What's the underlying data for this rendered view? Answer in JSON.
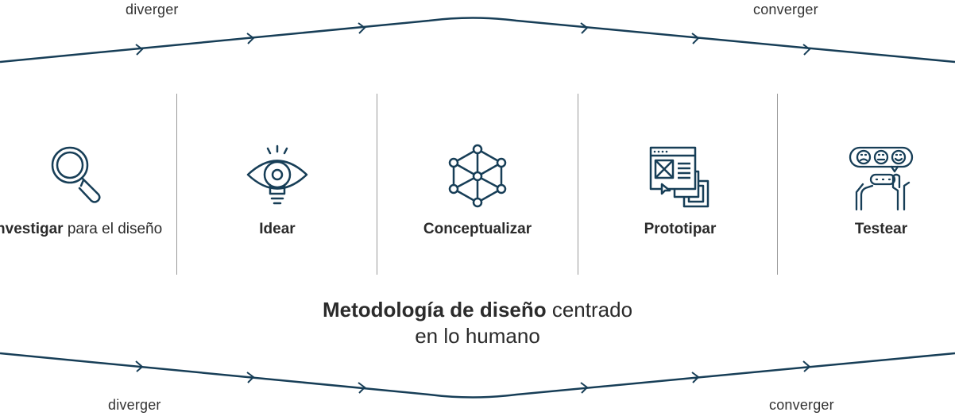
{
  "flow": {
    "top_left_label": "diverger",
    "top_right_label": "converger",
    "bottom_left_label": "diverger",
    "bottom_right_label": "converger",
    "line_color": "#173e57"
  },
  "stages": [
    {
      "bold": "Investigar",
      "rest": " para el diseño",
      "icon": "magnifying-glass-icon"
    },
    {
      "bold": "Idear",
      "rest": "",
      "icon": "eye-lightbulb-icon"
    },
    {
      "bold": "Conceptualizar",
      "rest": "",
      "icon": "network-cube-icon"
    },
    {
      "bold": "Prototipar",
      "rest": "",
      "icon": "wireframe-windows-icon"
    },
    {
      "bold": "Testear",
      "rest": "",
      "icon": "feedback-rating-icon"
    }
  ],
  "title": {
    "bold": "Metodología de diseño",
    "rest": " centrado",
    "line2": "en lo humano"
  },
  "colors": {
    "icon_stroke": "#173e57",
    "divider": "#9a9a9a"
  }
}
